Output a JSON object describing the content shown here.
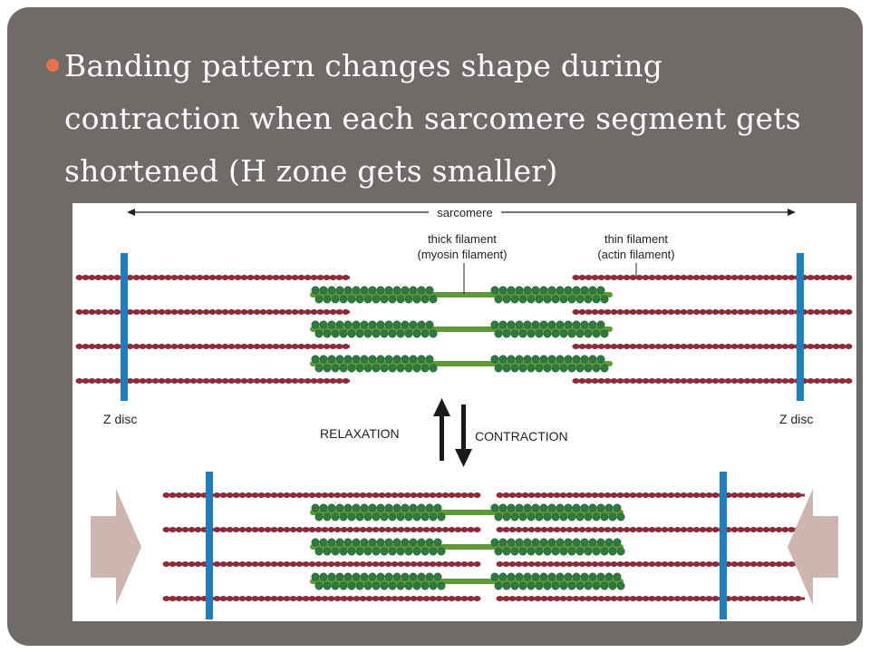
{
  "slide": {
    "bullet": "Banding pattern changes shape during contraction when each sarcomere segment gets shortened (H zone gets smaller)",
    "diagram": {
      "sarcomere_label": "sarcomere",
      "thick_filament_label_line1": "thick filament",
      "thick_filament_label_line2": "(myosin filament)",
      "thin_filament_label_line1": "thin filament",
      "thin_filament_label_line2": "(actin filament)",
      "z_disc_left_label": "Z disc",
      "z_disc_right_label": "Z disc",
      "relaxation_label": "RELAXATION",
      "contraction_label": "CONTRACTION"
    }
  },
  "colors": {
    "slide_background": "#706a69",
    "bullet_accent": "#e8724a",
    "actin": "#8f2a38",
    "myosin_head": "#2f7a3e",
    "myosin_core": "#5f9a3a",
    "z_disc": "#1e7fc0",
    "push_arrow": "#cdb5b0"
  }
}
